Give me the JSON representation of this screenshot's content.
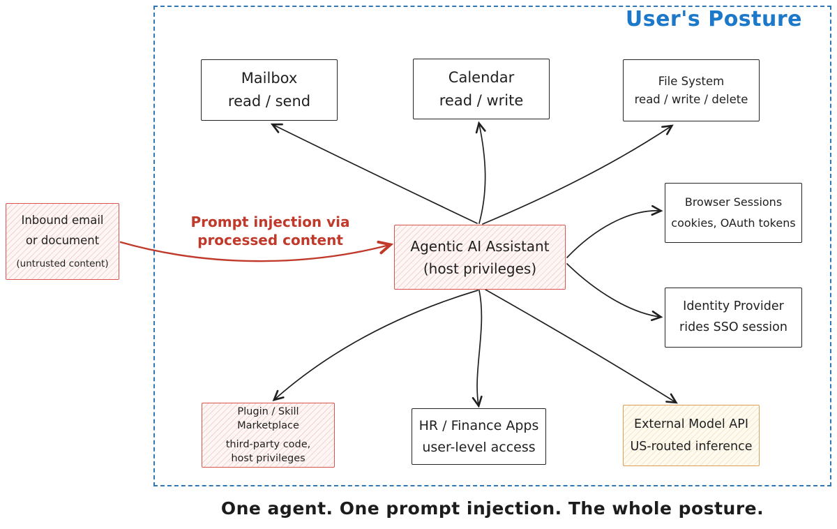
{
  "frame": {
    "title": "User's Posture",
    "caption": "One agent. One prompt injection. The whole posture."
  },
  "colors": {
    "boundary_blue": "#3077b5",
    "title_blue": "#1c78c8",
    "danger_red": "#c0392b",
    "risk_box_red": "#d9534f",
    "external_orange": "#e29e54",
    "ink_black": "#1f1f1f"
  },
  "labels": {
    "injection": {
      "line1": "Prompt injection via",
      "line2": "processed content"
    }
  },
  "nodes": {
    "mailbox": {
      "line1": "Mailbox",
      "line2": "read / send"
    },
    "calendar": {
      "line1": "Calendar",
      "line2": "read / write"
    },
    "file_system": {
      "line1": "File System",
      "line2": "read / write / delete"
    },
    "browser_sessions": {
      "line1": "Browser Sessions",
      "line2": "cookies, OAuth tokens"
    },
    "identity_provider": {
      "line1": "Identity Provider",
      "line2": "rides SSO session"
    },
    "agent": {
      "line1": "Agentic AI Assistant",
      "line2": "(host privileges)"
    },
    "inbound": {
      "line1": "Inbound email",
      "line2": "or document",
      "line3": "(untrusted content)"
    },
    "plugin": {
      "line1": "Plugin / Skill",
      "line2": "Marketplace",
      "line3": "third-party code,",
      "line4": "host privileges"
    },
    "hr_finance": {
      "line1": "HR / Finance Apps",
      "line2": "user-level access"
    },
    "external_model": {
      "line1": "External Model API",
      "line2": "US-routed inference"
    }
  }
}
